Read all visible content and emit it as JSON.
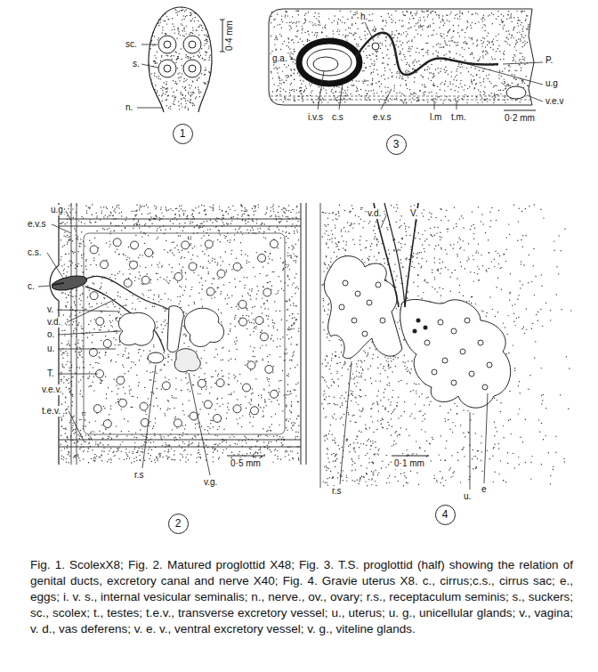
{
  "diagram": {
    "caption": "Fig. 1. ScolexX8; Fig. 2. Matured proglottid X48; Fig. 3. T.S. proglottid (half) showing the relation of genital ducts, excretory canal and nerve X40; Fig. 4. Gravie uterus X8. c., cirrus;c.s., cirrus sac; e., eggs; i. v. s., internal vesicular seminalis; n., nerve., ov., ovary; r.s., receptaculum seminis; s., suckers; sc., scolex; t., testes; t.e.v., transverse excretory vessel; u., uterus; u. g., unicellular glands; v., vagina; v. d., vas deferens; v. e. v., ventral excretory vessel; v. g., viteline glands.",
    "nodes": [
      {
        "text": [
          "1"
        ]
      },
      {
        "text": [
          "3"
        ]
      },
      {
        "text": [
          "2"
        ]
      },
      {
        "text": [
          "4"
        ]
      }
    ],
    "labels": [
      "sc.",
      "s.",
      "n.",
      "0·4 mm",
      "h.",
      "g.a.",
      "P.",
      "u.g",
      "v.e.v",
      "i.v.s",
      "c.s",
      "e.v.s",
      "l.m",
      "t.m.",
      "0·2 mm",
      "u.g",
      "e.v.s",
      "c.s.",
      "c.",
      "v.",
      "v.d.",
      "o.",
      "u.",
      "T.",
      "v.e.v.",
      "t.e.v.",
      "r.s",
      "v.g.",
      "0·5 mm",
      "v.d.",
      "V.",
      "r.s",
      "u.",
      "e",
      "0·1 mm"
    ]
  }
}
